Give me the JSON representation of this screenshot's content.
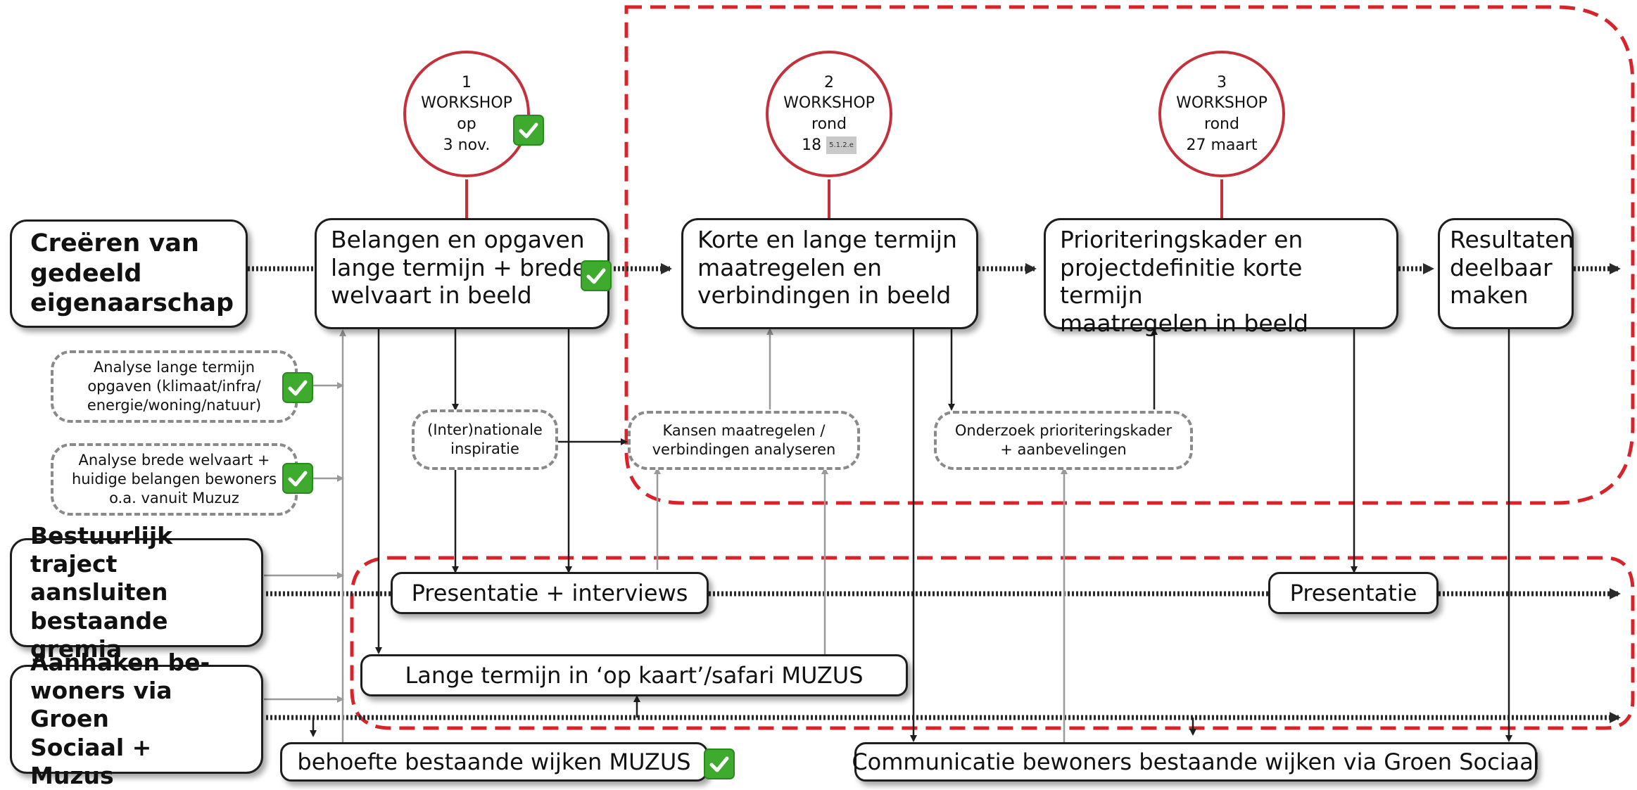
{
  "colors": {
    "accent_red": "#d9232a",
    "circle_red": "#c4303c",
    "check_green": "#3eaa2e",
    "arrow_grey": "#9a9a9a",
    "arrow_dark": "#1e1e1e"
  },
  "icons": {
    "check": "check-mark-icon"
  },
  "workshops": [
    {
      "num": "1",
      "title": "WORKSHOP",
      "prep": "op",
      "date": "3 nov."
    },
    {
      "num": "2",
      "title": "WORKSHOP",
      "prep": "rond",
      "date": "18",
      "redacted": "5.1.2.e"
    },
    {
      "num": "3",
      "title": "WORKSHOP",
      "prep": "rond",
      "date": "27 maart"
    }
  ],
  "tracks": {
    "gedeeld": "Creëren van\ngedeeld\neigenaarschap",
    "bestuurlijk": "Bestuurlijk traject\naansluiten\nbestaande gremia",
    "bewoners": "Aanhaken be-\nwoners via Groen\nSociaal + Muzus"
  },
  "steps": {
    "belangen": "Belangen en opgaven\nlange termijn + brede\nwelvaart in beeld",
    "korte": "Korte en lange termijn\nmaatregelen en\nverbindingen in beeld",
    "prioritering": "Prioriteringskader en\nprojectdefinitie korte termijn\nmaatregelen in beeld",
    "resultaten": "Resultaten\ndeelbaar\nmaken"
  },
  "inputs": {
    "analyse_lange": "Analyse lange termijn\nopgaven (klimaat/infra/\nenergie/woning/natuur)",
    "analyse_brede": "Analyse brede welvaart +\nhuidige belangen bewoners\no.a. vanuit Muzuz",
    "inspiratie": "(Inter)nationale\ninspiratie",
    "kansen": "Kansen maatregelen /\nverbindingen analyseren",
    "onderzoek": "Onderzoek prioriteringskader\n+ aanbevelingen"
  },
  "bars": {
    "presentatie_interviews": "Presentatie + interviews",
    "presentatie": "Presentatie",
    "lange_termijn": "Lange termijn in ‘op kaart’/safari MUZUS",
    "behoefte": "behoefte bestaande wijken MUZUS",
    "communicatie": "Communicatie bewoners bestaande wijken via Groen Sociaal"
  }
}
